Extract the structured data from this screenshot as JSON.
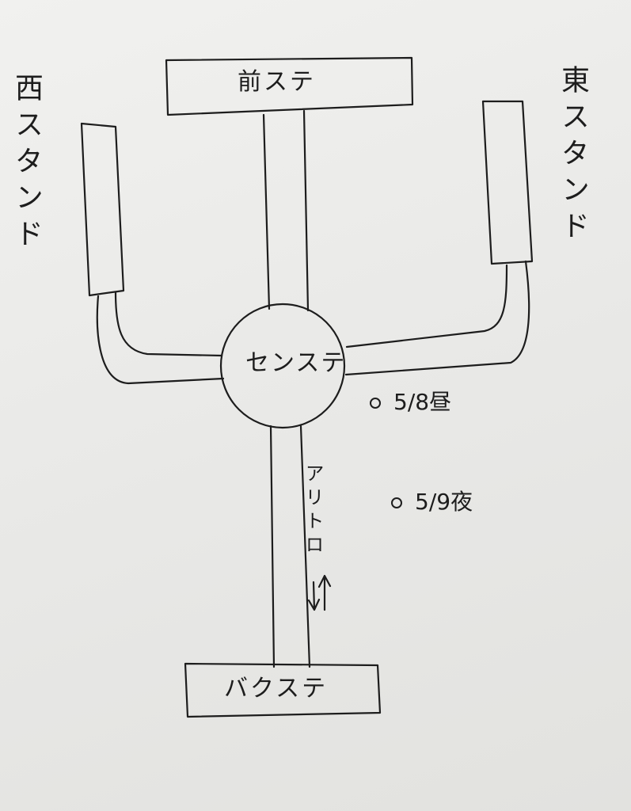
{
  "stages": {
    "front": "前ステ",
    "center": "センステ",
    "back": "バクステ"
  },
  "stands": {
    "west": "西スタンド",
    "east": "東スタンド"
  },
  "trolley": {
    "label": "アリトロ",
    "arrows": "↓↑"
  },
  "notes": [
    {
      "text": "5/8昼"
    },
    {
      "text": "5/9夜"
    }
  ]
}
